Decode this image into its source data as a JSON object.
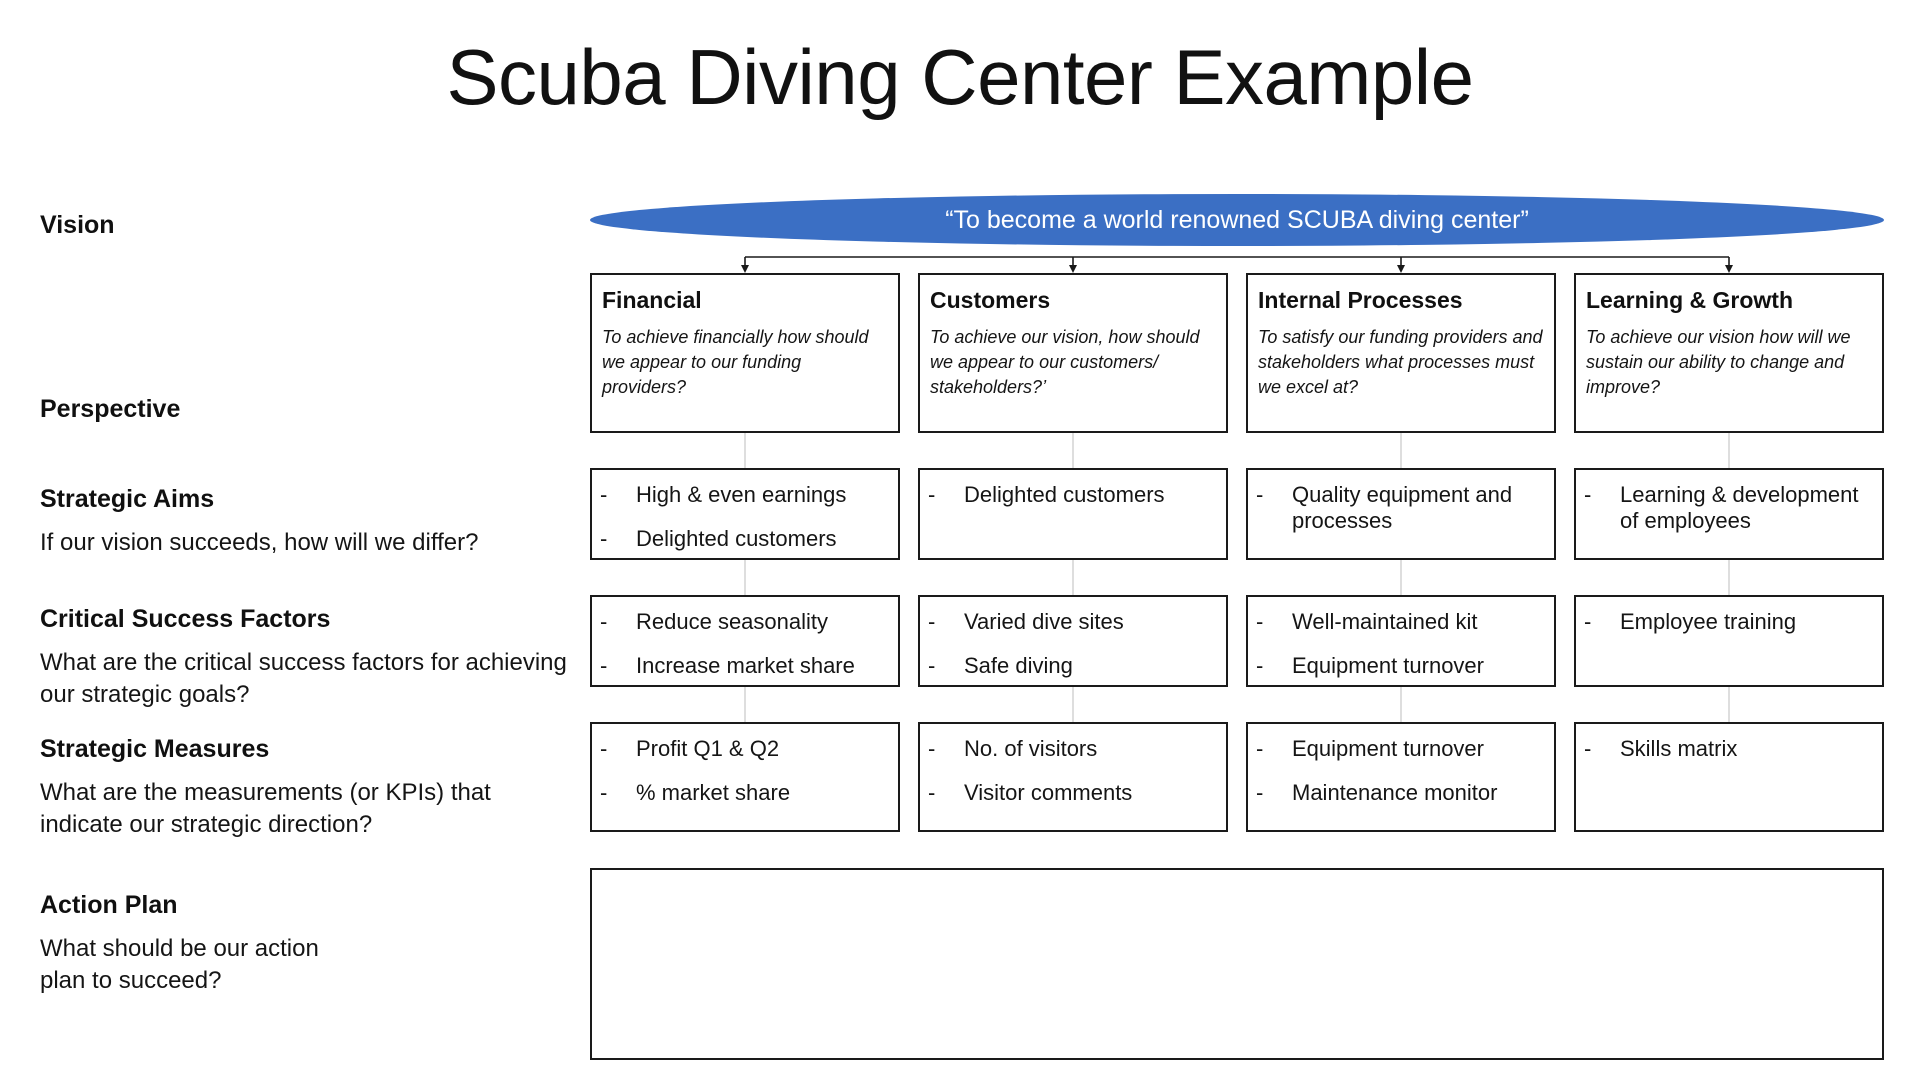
{
  "title": "Scuba Diving Center Example",
  "vision": {
    "rail_label": "Vision",
    "statement": "“To become a world renowned SCUBA diving center”",
    "color": "#3b6fc4"
  },
  "rail": {
    "perspective": {
      "title": "Perspective",
      "desc": ""
    },
    "strategic_aims": {
      "title": "Strategic Aims",
      "desc": "If our vision succeeds, how will we differ?"
    },
    "critical_success_factors": {
      "title": "Critical Success Factors",
      "desc": "What are the critical success factors for achieving our strategic goals?"
    },
    "strategic_measures": {
      "title": "Strategic Measures",
      "desc": "What are the measurements (or KPIs) that indicate our strategic direction?"
    },
    "action_plan": {
      "title": "Action Plan",
      "desc": "What should be our action plan to succeed?"
    }
  },
  "perspectives": [
    {
      "title": "Financial",
      "desc": "To achieve financially how should we appear to our funding providers?"
    },
    {
      "title": "Customers",
      "desc": "To achieve our vision, how should we appear to our customers/ stakeholders?’"
    },
    {
      "title": "Internal Processes",
      "desc": "To satisfy our funding providers and stakeholders what processes must we excel at?"
    },
    {
      "title": "Learning & Growth",
      "desc": "To achieve our vision how will we sustain our ability to change and improve?"
    }
  ],
  "strategic_aims": [
    [
      "High & even earnings",
      "Delighted customers"
    ],
    [
      "Delighted customers"
    ],
    [
      "Quality equipment and processes"
    ],
    [
      "Learning & development of employees"
    ]
  ],
  "critical_success_factors": [
    [
      "Reduce seasonality",
      "Increase market share"
    ],
    [
      "Varied dive sites",
      "Safe diving"
    ],
    [
      "Well-maintained kit",
      "Equipment turnover"
    ],
    [
      "Employee training"
    ]
  ],
  "strategic_measures": [
    [
      "Profit Q1 & Q2",
      "% market share"
    ],
    [
      "No. of visitors",
      "Visitor comments"
    ],
    [
      "Equipment turnover",
      "Maintenance monitor"
    ],
    [
      "Skills matrix"
    ]
  ],
  "action_plan_entries": [],
  "bullet_marker": "-"
}
